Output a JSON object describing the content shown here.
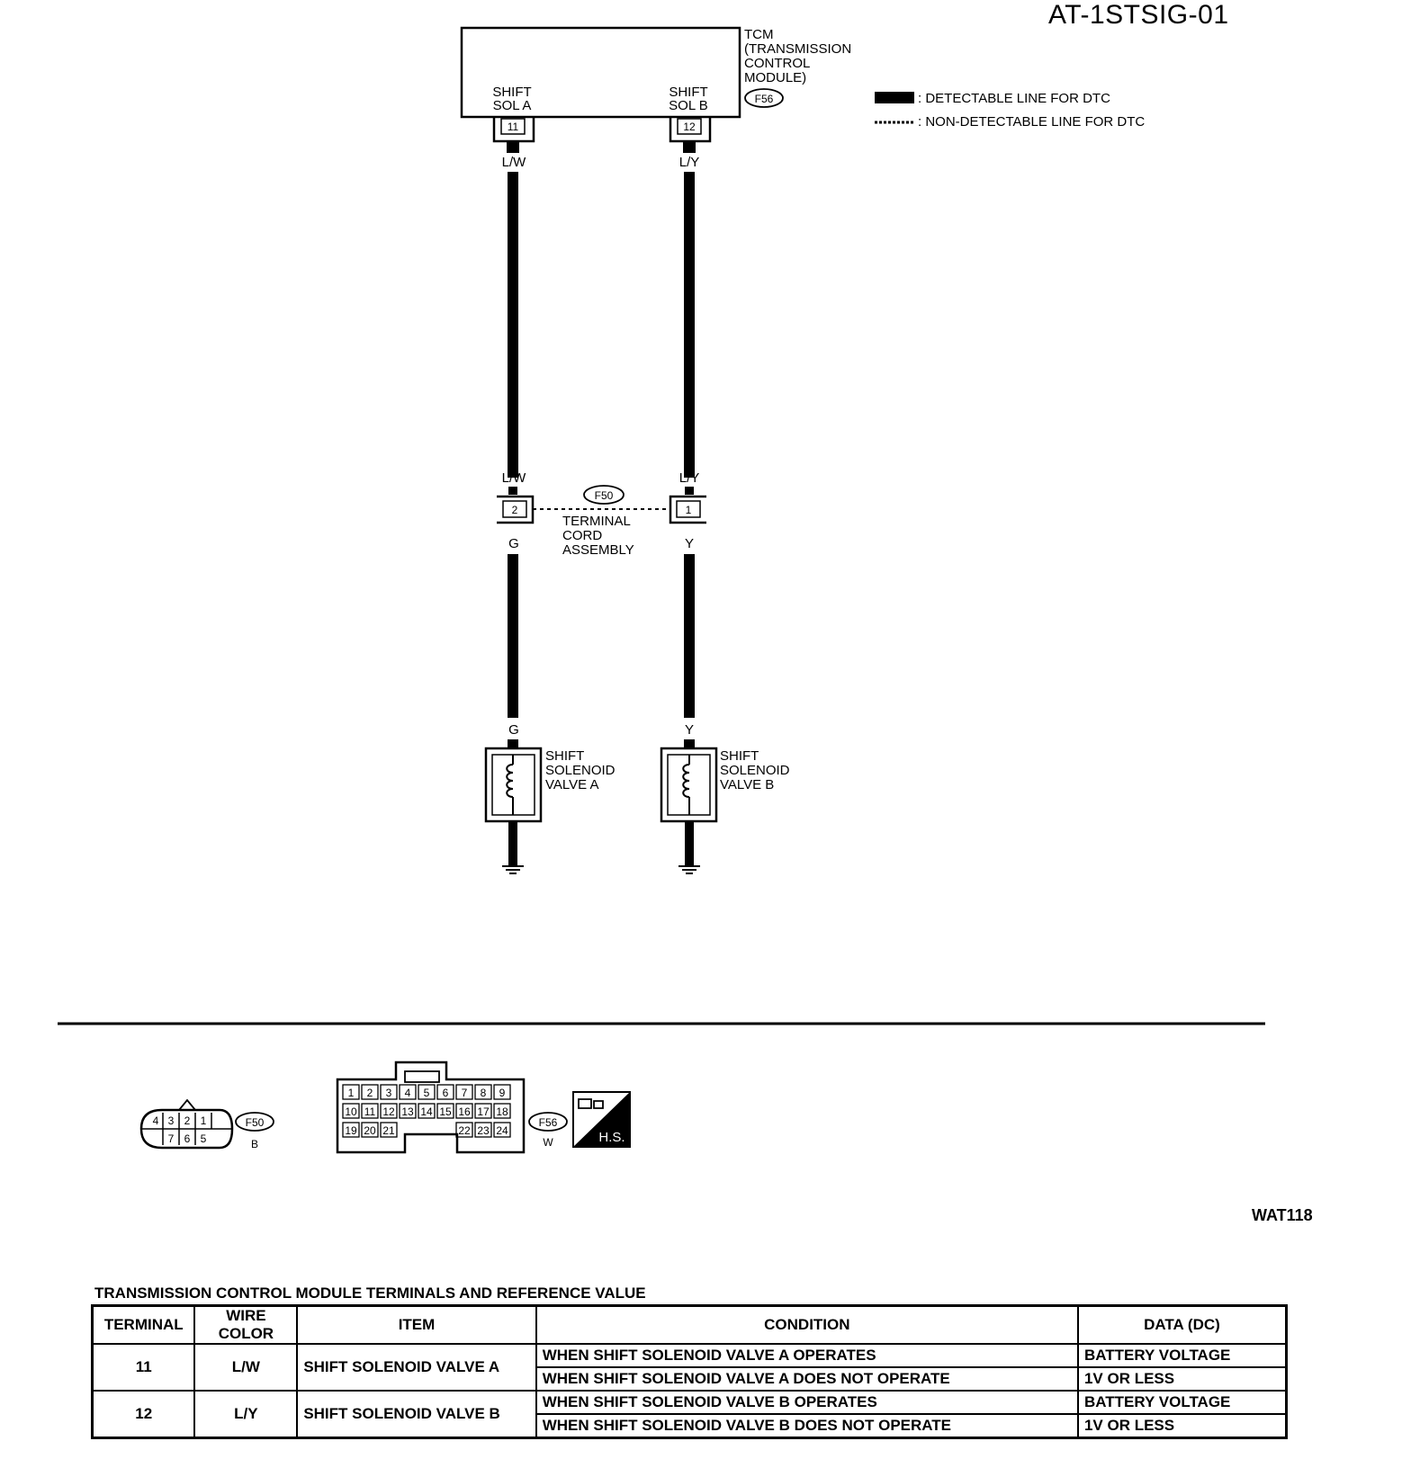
{
  "page_code": "AT-1STSIG-01",
  "figure_code": "WAT118",
  "tcm": {
    "label_lines": [
      "TCM",
      "(TRANSMISSION",
      "CONTROL",
      "MODULE)"
    ],
    "connector": "F56",
    "terminal_a": {
      "label_lines": [
        "SHIFT",
        "SOL A"
      ],
      "pin": "11"
    },
    "terminal_b": {
      "label_lines": [
        "SHIFT",
        "SOL B"
      ],
      "pin": "12"
    }
  },
  "legend": {
    "detectable": ": DETECTABLE LINE FOR DTC",
    "non_detectable": ": NON-DETECTABLE LINE FOR DTC"
  },
  "wires": {
    "a_upper": "L/W",
    "b_upper": "L/Y",
    "a_upper_bottom": "L/W",
    "b_upper_bottom": "L/Y",
    "a_lower_top": "G",
    "b_lower_top": "Y",
    "a_lower_bottom": "G",
    "b_lower_bottom": "Y"
  },
  "terminal_cord": {
    "connector": "F50",
    "label_lines": [
      "TERMINAL",
      "CORD",
      "ASSEMBLY"
    ],
    "pin_a": "2",
    "pin_b": "1"
  },
  "solenoid_a": {
    "label_lines": [
      "SHIFT",
      "SOLENOID",
      "VALVE A"
    ]
  },
  "solenoid_b": {
    "label_lines": [
      "SHIFT",
      "SOLENOID",
      "VALVE B"
    ]
  },
  "connector_views": {
    "f50": {
      "id": "F50",
      "color": "B",
      "top_pins": [
        "4",
        "3",
        "2",
        "1"
      ],
      "bottom_pins": [
        "7",
        "6",
        "5"
      ]
    },
    "f56": {
      "id": "F56",
      "color": "W",
      "row1": [
        "1",
        "2",
        "3",
        "4",
        "5",
        "6",
        "7",
        "8",
        "9"
      ],
      "row2": [
        "10",
        "11",
        "12",
        "13",
        "14",
        "15",
        "16",
        "17",
        "18"
      ],
      "row3_left": [
        "19",
        "20",
        "21"
      ],
      "row3_right": [
        "22",
        "23",
        "24"
      ]
    },
    "hs_badge": "H.S."
  },
  "table": {
    "title": "TRANSMISSION CONTROL MODULE TERMINALS AND REFERENCE VALUE",
    "headers": [
      "TERMINAL",
      "WIRE COLOR",
      "ITEM",
      "CONDITION",
      "DATA (DC)"
    ],
    "rows": [
      {
        "terminal": "11",
        "wire_color": "L/W",
        "item": "SHIFT SOLENOID VALVE A",
        "conditions": [
          {
            "condition": "WHEN SHIFT SOLENOID VALVE A OPERATES",
            "data": "BATTERY VOLTAGE"
          },
          {
            "condition": "WHEN SHIFT SOLENOID VALVE A DOES NOT OPERATE",
            "data": "1V OR LESS"
          }
        ]
      },
      {
        "terminal": "12",
        "wire_color": "L/Y",
        "item": "SHIFT SOLENOID VALVE B",
        "conditions": [
          {
            "condition": "WHEN SHIFT SOLENOID VALVE B OPERATES",
            "data": "BATTERY VOLTAGE"
          },
          {
            "condition": "WHEN SHIFT SOLENOID VALVE B DOES NOT OPERATE",
            "data": "1V OR LESS"
          }
        ]
      }
    ]
  }
}
